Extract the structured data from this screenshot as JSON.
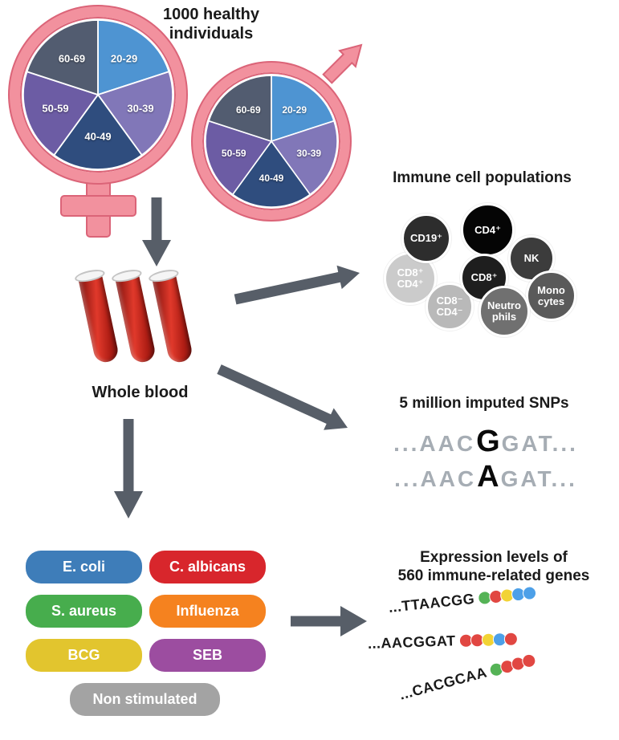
{
  "palette": {
    "pink": "#f2919e",
    "pink_edge": "#db6478",
    "arrow": "#575e68"
  },
  "header": {
    "title": "1000 healthy\nindividuals"
  },
  "age_pie": {
    "labels": [
      "20-29",
      "30-39",
      "40-49",
      "50-59",
      "60-69"
    ],
    "colors": [
      "#4e94d2",
      "#8177b8",
      "#2f4d7e",
      "#6c5ca4",
      "#525c70"
    ]
  },
  "blood": {
    "label": "Whole blood"
  },
  "immune": {
    "title": "Immune cell populations",
    "cells": [
      {
        "label": "CD8⁺\nCD4⁺",
        "color": "#cbcbcb"
      },
      {
        "label": "CD19⁺",
        "color": "#2d2d2d"
      },
      {
        "label": "NK",
        "color": "#3c3c3c"
      },
      {
        "label": "Mono\ncytes",
        "color": "#5a5a5a"
      },
      {
        "label": "CD8⁻\nCD4⁻",
        "color": "#b9b9b9"
      },
      {
        "label": "CD4⁺",
        "color": "#050505"
      },
      {
        "label": "CD8⁺",
        "color": "#1e1e1e"
      },
      {
        "label": "Neutro\nphils",
        "color": "#707070"
      }
    ]
  },
  "snps": {
    "title": "5 million imputed SNPs",
    "rows": [
      {
        "pre": "...AAC",
        "variant": "G",
        "post": "GAT..."
      },
      {
        "pre": "...AAC",
        "variant": "A",
        "post": "GAT..."
      }
    ]
  },
  "stimuli": {
    "items": [
      {
        "label": "E. coli",
        "color": "#3e7db9"
      },
      {
        "label": "C. albicans",
        "color": "#d8262c"
      },
      {
        "label": "S. aureus",
        "color": "#47ad4d"
      },
      {
        "label": "Influenza",
        "color": "#f5821f"
      },
      {
        "label": "BCG",
        "color": "#e2c52e"
      },
      {
        "label": "SEB",
        "color": "#9c4da0"
      },
      {
        "label": "Non stimulated",
        "color": "#a3a3a3"
      }
    ]
  },
  "expression": {
    "title": "Expression levels of\n560 immune-related genes",
    "rows": [
      {
        "seq": "...TTAACGG",
        "dots": [
          "#55b356",
          "#e14742",
          "#f2d335",
          "#4da0e8",
          "#4da0e8"
        ]
      },
      {
        "seq": "...AACGGAT",
        "dots": [
          "#e14742",
          "#e14742",
          "#f2d335",
          "#4da0e8",
          "#e14742"
        ]
      },
      {
        "seq": "...CACGCAA",
        "dots": [
          "#55b356",
          "#e14742",
          "#e14742",
          "#e14742"
        ]
      }
    ]
  }
}
